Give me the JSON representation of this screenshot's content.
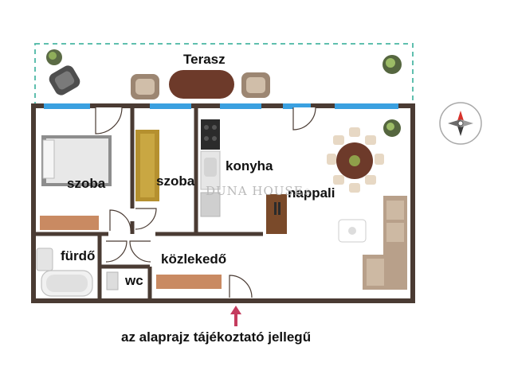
{
  "plan": {
    "rooms": {
      "terasz": "Terasz",
      "szoba_1": "szoba",
      "szoba_2": "szoba",
      "konyha": "konyha",
      "nappali": "nappali",
      "furdo": "fürdő",
      "wc": "wc",
      "kozlekedo": "közlekedő"
    },
    "watermark": "DUNA HOUSE",
    "watermark_mark": "®",
    "note": "az alaprajz tájékoztató jellegű"
  },
  "colors": {
    "wall": "#4a3b33",
    "window": "#3aa0e0",
    "terrace_border": "#5fbfae",
    "floor_wood": "#c98a62",
    "table_wood": "#6d3a2a",
    "sofa": "#b8a08a",
    "entrance_arrow": "#c43c5e",
    "compass_red": "#d8322b"
  },
  "icons": [
    "compass-icon",
    "entrance-arrow-icon"
  ]
}
